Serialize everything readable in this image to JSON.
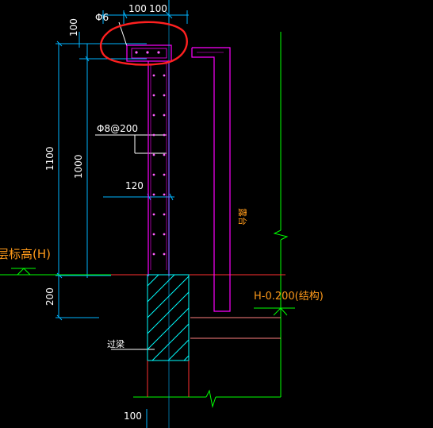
{
  "dimensions": {
    "top_width_left": "100",
    "top_width_right": "100",
    "cap_height": "100",
    "total_height": "1100",
    "inner_height": "1000",
    "base_height": "200",
    "bottom_width": "100",
    "wall_thickness": "120"
  },
  "labels": {
    "top_rebar": "Φ6",
    "stirrup_rebar": "Φ8@200",
    "floor_elevation": "层标高(H)",
    "terrace": "露台",
    "structure_elevation": "H-0.200(结构)",
    "wall_note": "过梁"
  },
  "colors": {
    "background": "#000000",
    "dimension": "#00b4ff",
    "section": "#ff00ff",
    "hatch": "#00ffff",
    "ground": "#00ff00",
    "slab": "#ff8080",
    "text_orange": "#ff9a1a",
    "highlight": "#ff2020"
  }
}
